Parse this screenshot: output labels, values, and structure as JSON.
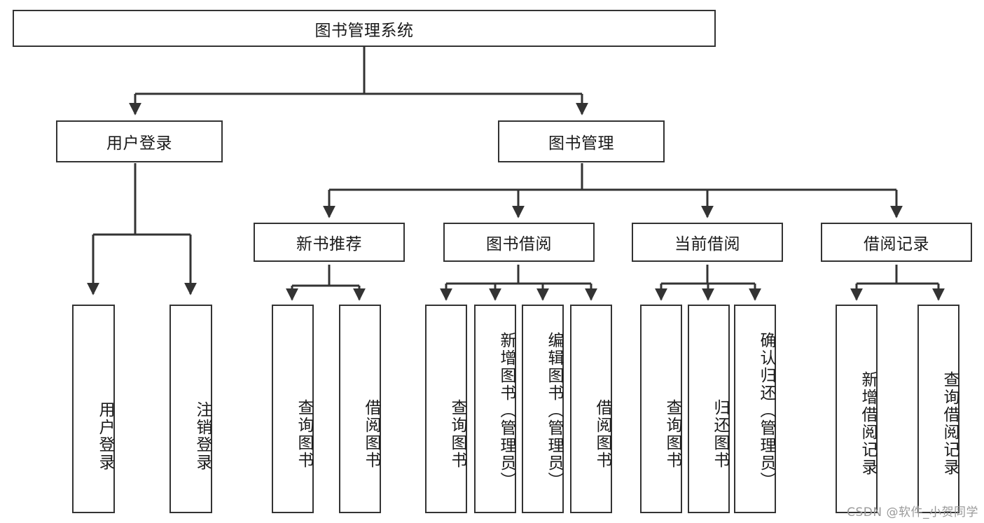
{
  "diagram": {
    "title": "图书管理系统",
    "type": "hierarchy-tree",
    "root": {
      "label": "图书管理系统"
    },
    "level2": [
      {
        "label": "用户登录"
      },
      {
        "label": "图书管理"
      }
    ],
    "level3": [
      {
        "label": "新书推荐"
      },
      {
        "label": "图书借阅"
      },
      {
        "label": "当前借阅"
      },
      {
        "label": "借阅记录"
      }
    ],
    "leaves": {
      "user_login": [
        {
          "label": "用户登录"
        },
        {
          "label": "注销登录"
        }
      ],
      "new_book_recommend": [
        {
          "label": "查询图书"
        },
        {
          "label": "借阅图书"
        }
      ],
      "book_borrow": [
        {
          "label": "查询图书"
        },
        {
          "label": "新增图书（管理员）"
        },
        {
          "label": "编辑图书（管理员）"
        },
        {
          "label": "借阅图书"
        }
      ],
      "current_borrow": [
        {
          "label": "查询图书"
        },
        {
          "label": "归还图书"
        },
        {
          "label": "确认归还（管理员）"
        }
      ],
      "borrow_record": [
        {
          "label": "新增借阅记录"
        },
        {
          "label": "查询借阅记录"
        }
      ]
    }
  },
  "watermark": {
    "text": "CSDN @软件_小贺同学"
  },
  "colors": {
    "box_border": "#333333",
    "box_fill": "#ffffff",
    "wire": "#333333",
    "text": "#1a1a1a",
    "watermark": "#9a9a9a"
  }
}
